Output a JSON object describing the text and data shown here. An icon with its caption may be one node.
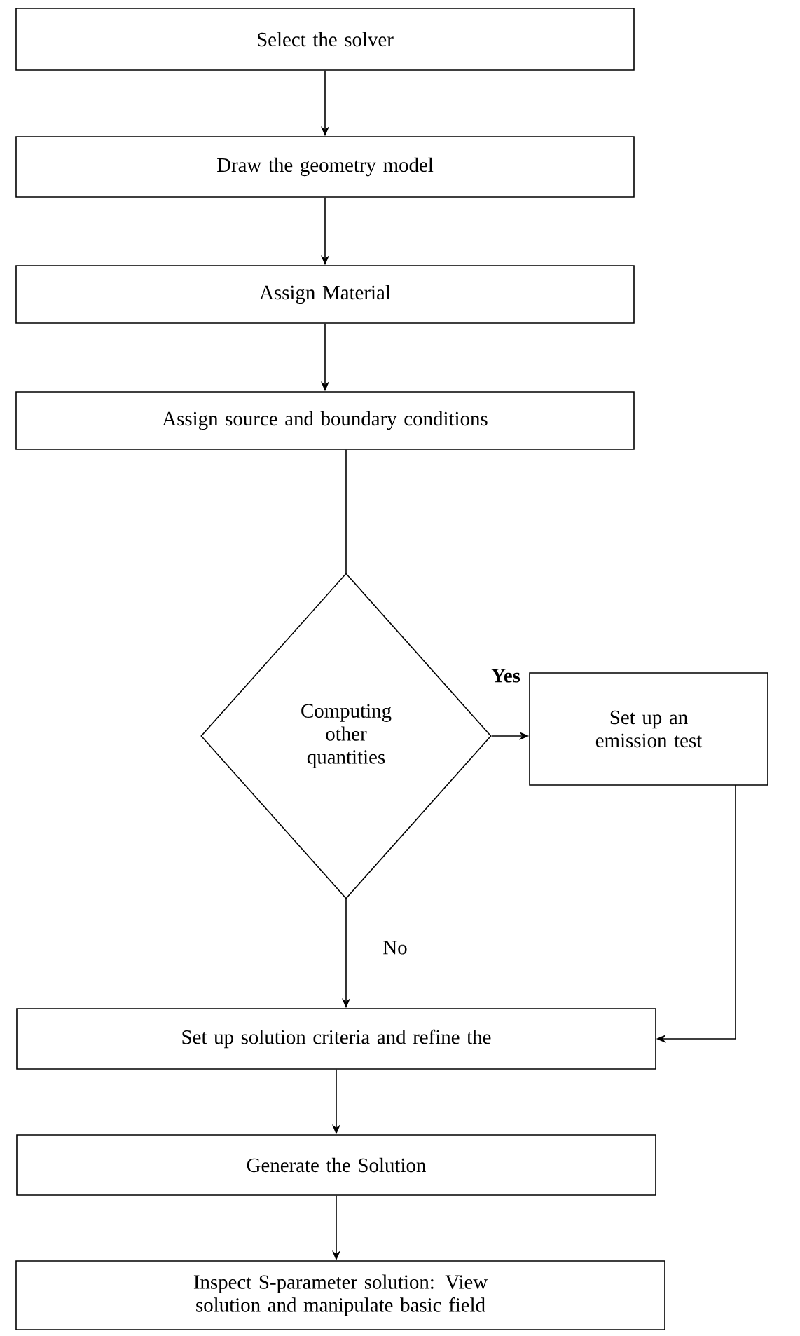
{
  "diagram": {
    "nodes": [
      {
        "text": [
          "Select the solver"
        ]
      },
      {
        "text": [
          "Draw the geometry model"
        ]
      },
      {
        "text": [
          "Assign Material"
        ]
      },
      {
        "text": [
          "Assign source and boundary conditions"
        ]
      },
      {
        "text": [
          "Computing other quantities"
        ]
      },
      {
        "text": [
          "Set up an emission test"
        ]
      },
      {
        "text": [
          "Set up solution criteria and refine the"
        ]
      },
      {
        "text": [
          "Generate the Solution"
        ]
      },
      {
        "text": [
          "Inspect S-parameter solution: View solution and manipulate basic field"
        ]
      }
    ],
    "edges": [
      {
        "from": 0,
        "to": 1,
        "arrow": "to"
      },
      {
        "from": 1,
        "to": 2,
        "arrow": "to"
      },
      {
        "from": 2,
        "to": 3,
        "arrow": "to"
      },
      {
        "from": 3,
        "to": 4,
        "arrow": "none"
      },
      {
        "from": 4,
        "to": 5,
        "arrow": "to",
        "label": "Yes"
      },
      {
        "from": 4,
        "to": 6,
        "arrow": "to",
        "label": "No"
      },
      {
        "from": 5,
        "to": 6,
        "arrow": "to"
      },
      {
        "from": 6,
        "to": 7,
        "arrow": "to"
      },
      {
        "from": 7,
        "to": 8,
        "arrow": "to"
      }
    ]
  }
}
